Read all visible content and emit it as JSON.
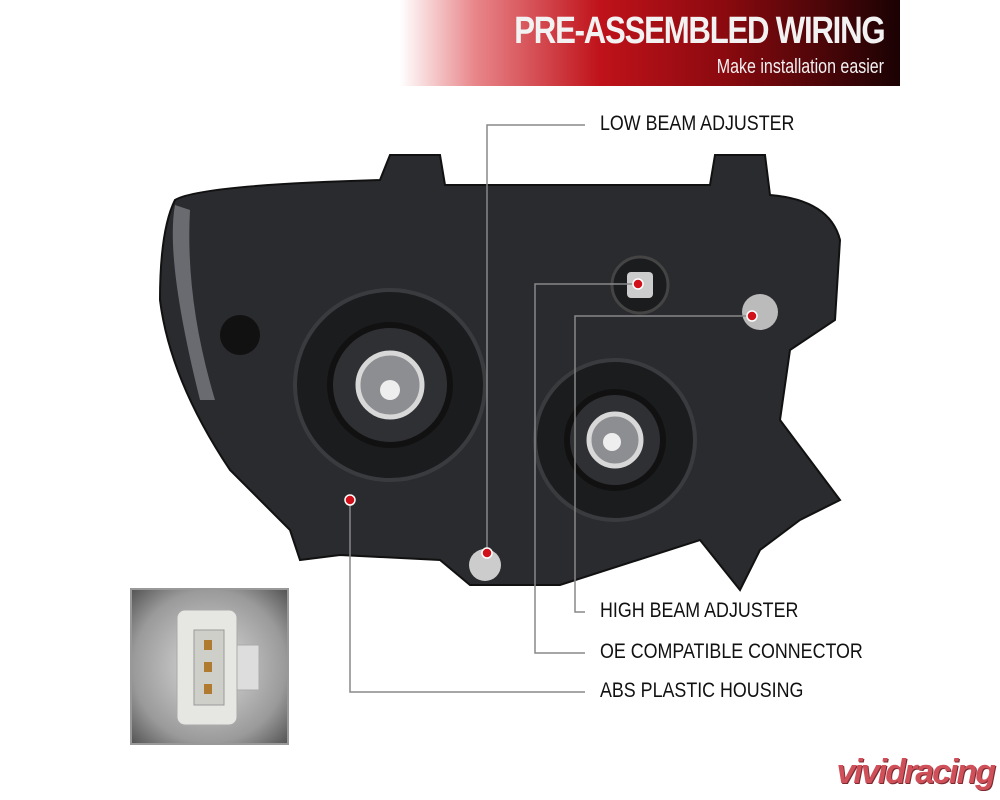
{
  "banner": {
    "title": "PRE-ASSEMBLED WIRING",
    "subtitle": "Make installation easier"
  },
  "callouts": [
    {
      "label": "LOW BEAM ADJUSTER"
    },
    {
      "label": "HIGH BEAM ADJUSTER"
    },
    {
      "label": "OE COMPATIBLE CONNECTOR"
    },
    {
      "label": "ABS PLASTIC HOUSING"
    }
  ],
  "logo": {
    "text": "vividracing"
  },
  "colors": {
    "accent": "#c0121a",
    "line": "#888888",
    "dot": "#d0101a"
  }
}
